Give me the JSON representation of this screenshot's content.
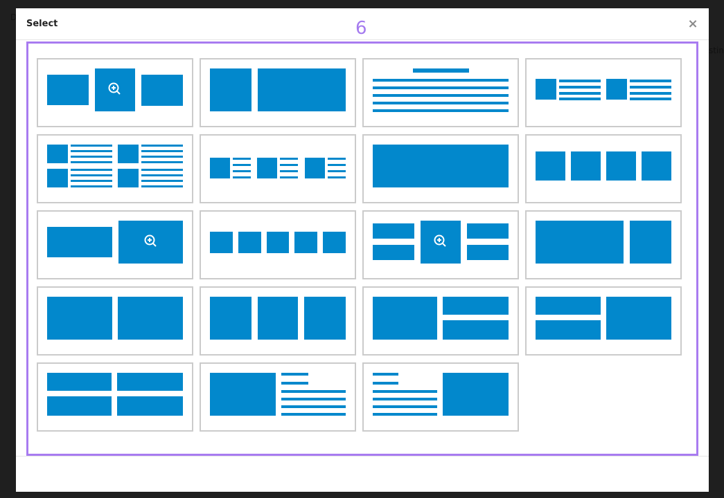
{
  "modal": {
    "title": "Select",
    "close_icon": "×"
  },
  "annotation": {
    "label": "6",
    "color": "#a87bf0"
  },
  "background": {
    "fragment_left": "D",
    "fragment_right": "sting"
  },
  "colors": {
    "accent": "#0288cc",
    "card_border": "#cbcbcb",
    "backdrop": "#1f1f1f"
  },
  "layouts": [
    {
      "id": 1,
      "name": "three-images-center-zoom"
    },
    {
      "id": 2,
      "name": "square-plus-wide-image"
    },
    {
      "id": 3,
      "name": "title-and-text-lines"
    },
    {
      "id": 4,
      "name": "two-image-text-pairs"
    },
    {
      "id": 5,
      "name": "four-image-text-grid"
    },
    {
      "id": 6,
      "name": "three-image-text-pairs"
    },
    {
      "id": 7,
      "name": "single-wide-image"
    },
    {
      "id": 8,
      "name": "four-squares"
    },
    {
      "id": 9,
      "name": "image-plus-zoom-image"
    },
    {
      "id": 10,
      "name": "five-squares"
    },
    {
      "id": 11,
      "name": "stacked-pairs-center-zoom"
    },
    {
      "id": 12,
      "name": "wide-plus-square-image"
    },
    {
      "id": 13,
      "name": "two-equal-images"
    },
    {
      "id": 14,
      "name": "three-equal-images"
    },
    {
      "id": 15,
      "name": "image-left-two-stacked-right"
    },
    {
      "id": 16,
      "name": "two-stacked-left-image-right"
    },
    {
      "id": 17,
      "name": "four-image-grid"
    },
    {
      "id": 18,
      "name": "image-left-text-right"
    },
    {
      "id": 19,
      "name": "text-left-image-right"
    }
  ]
}
